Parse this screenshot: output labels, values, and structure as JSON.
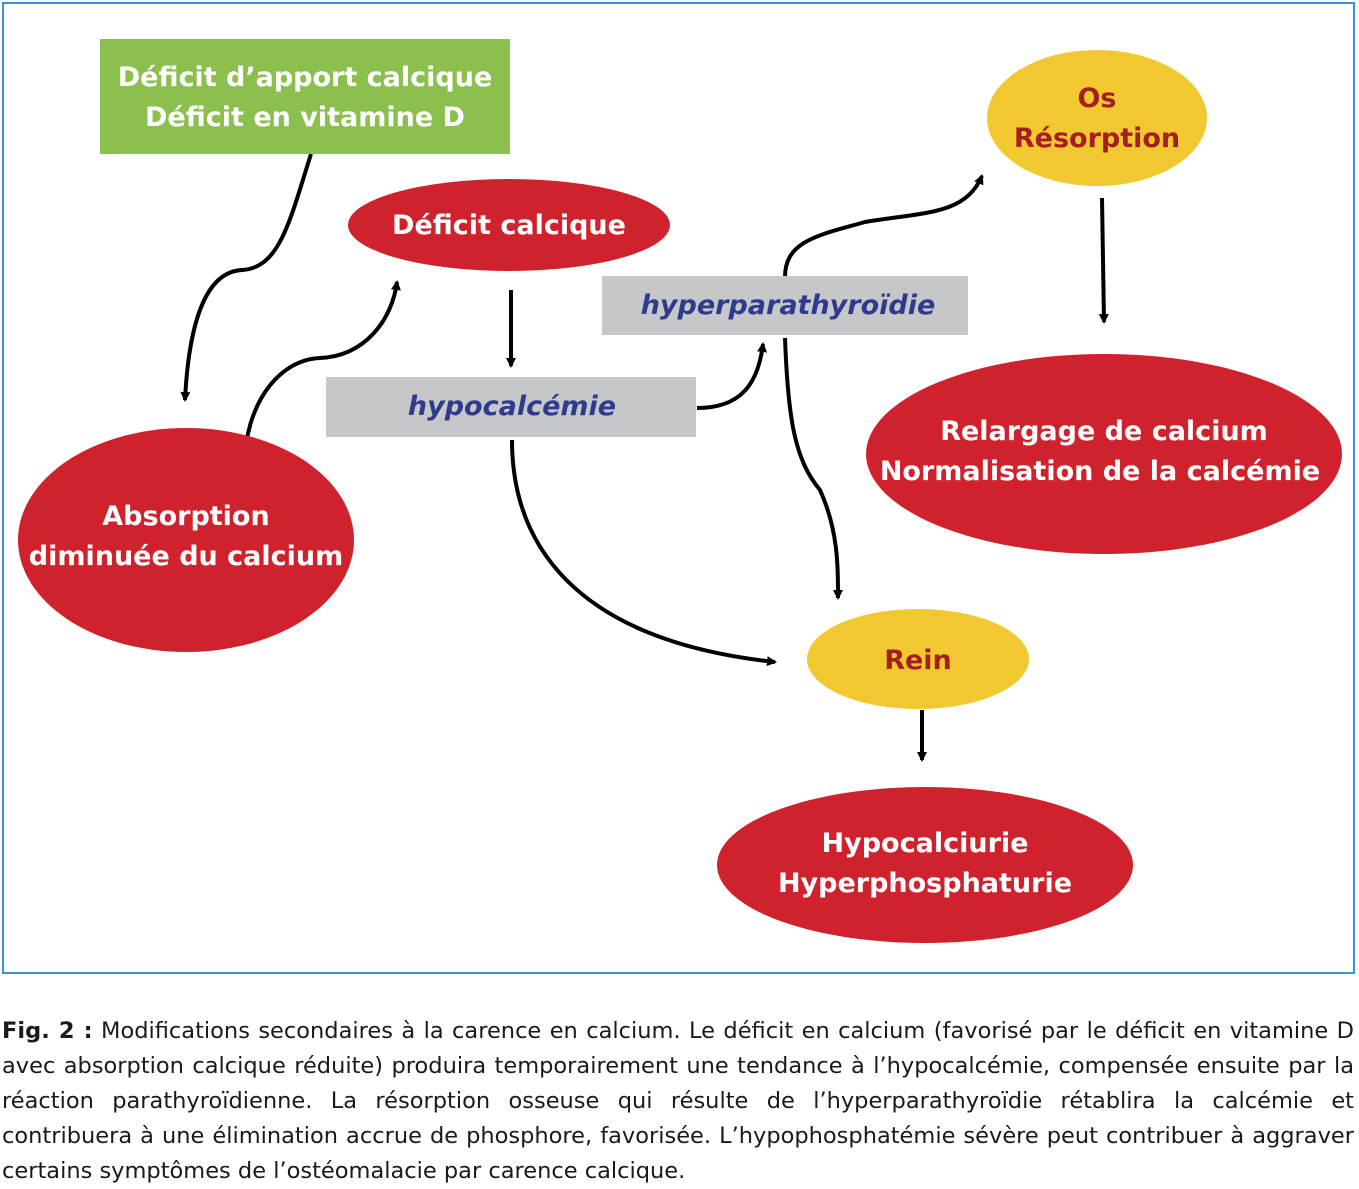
{
  "colors": {
    "frame": "#3b8fd6",
    "green": "#8bc04f",
    "red": "#d0222c",
    "yellow": "#f2c830",
    "grey": "#c6c7c9",
    "dark_red_text": "#a61e22",
    "blue_text": "#2e3a8c"
  },
  "nodes": {
    "cause": {
      "line1": "Déficit d’apport calcique",
      "line2": "Déficit en vitamine D"
    },
    "deficit_calcique": {
      "label": "Déficit calcique"
    },
    "absorption": {
      "line1": "Absorption",
      "line2": "diminuée du calcium"
    },
    "hypocalcemie": {
      "label": "hypocalcémie"
    },
    "hyperparathyroidie": {
      "label": "hyperparathyroïdie"
    },
    "os": {
      "line1": "Os",
      "line2": "Résorption"
    },
    "relargage": {
      "line1": "Relargage de calcium",
      "line2": "Normalisation de la calcémie"
    },
    "rein": {
      "label": "Rein"
    },
    "hypocalciurie": {
      "line1": "Hypocalciurie",
      "line2": "Hyperphosphaturie"
    }
  },
  "caption": {
    "label": "Fig. 2 :",
    "text": "Modifications secondaires à la carence en calcium. Le déficit en calcium (favorisé par le déficit en vitamine D avec absorption calcique réduite) produira temporairement une tendance à l’hypocalcémie, compensée ensuite par la réaction parathyroïdienne. La résorption osseuse qui résulte de l’hyperparathyroïdie rétablira la calcémie et contribuera à une élimination accrue de phosphore, favorisée. L’hypophosphatémie sévère peut contribuer à aggraver certains symptômes de l’ostéomalacie par carence calcique."
  }
}
